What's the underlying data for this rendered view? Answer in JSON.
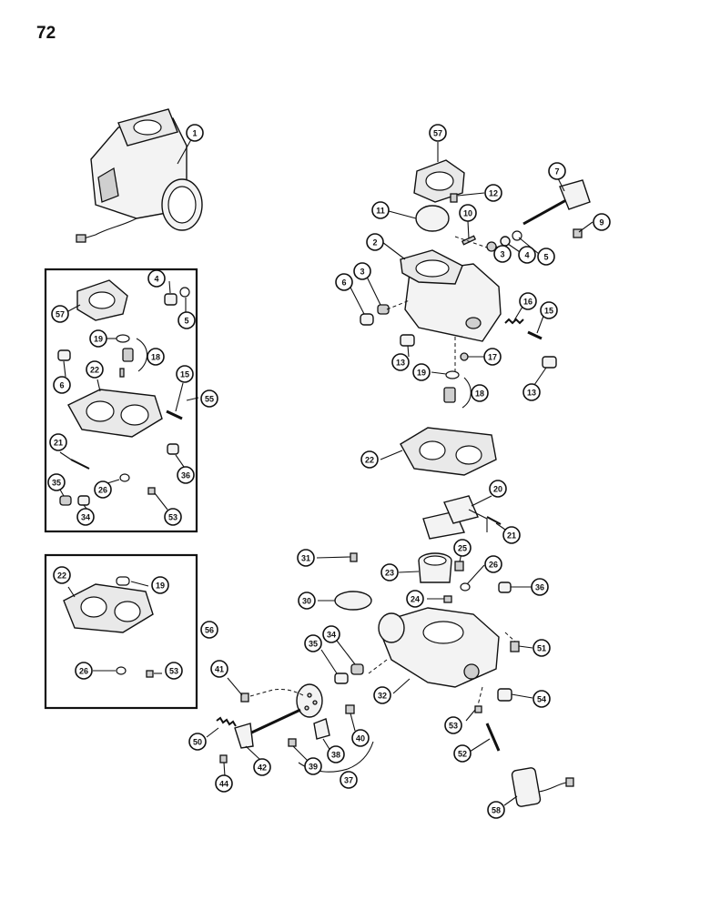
{
  "page_number": "72",
  "callouts": [
    {
      "id": "c1",
      "label": "1"
    },
    {
      "id": "c57a",
      "label": "57"
    },
    {
      "id": "c7",
      "label": "7"
    },
    {
      "id": "c12",
      "label": "12"
    },
    {
      "id": "c11",
      "label": "11"
    },
    {
      "id": "c10",
      "label": "10"
    },
    {
      "id": "c9",
      "label": "9"
    },
    {
      "id": "c2",
      "label": "2"
    },
    {
      "id": "c3a",
      "label": "3"
    },
    {
      "id": "c3b",
      "label": "3"
    },
    {
      "id": "c4a",
      "label": "4"
    },
    {
      "id": "c5a",
      "label": "5"
    },
    {
      "id": "c6a",
      "label": "6"
    },
    {
      "id": "c16",
      "label": "16"
    },
    {
      "id": "c15a",
      "label": "15"
    },
    {
      "id": "c13a",
      "label": "13"
    },
    {
      "id": "c17",
      "label": "17"
    },
    {
      "id": "c13b",
      "label": "13"
    },
    {
      "id": "c19a",
      "label": "19"
    },
    {
      "id": "c18a",
      "label": "18"
    },
    {
      "id": "c22a",
      "label": "22"
    },
    {
      "id": "c20",
      "label": "20"
    },
    {
      "id": "c21a",
      "label": "21"
    },
    {
      "id": "c25",
      "label": "25"
    },
    {
      "id": "c31",
      "label": "31"
    },
    {
      "id": "c23",
      "label": "23"
    },
    {
      "id": "c26a",
      "label": "26"
    },
    {
      "id": "c36a",
      "label": "36"
    },
    {
      "id": "c30",
      "label": "30"
    },
    {
      "id": "c24",
      "label": "24"
    },
    {
      "id": "c34a",
      "label": "34"
    },
    {
      "id": "c35a",
      "label": "35"
    },
    {
      "id": "c51",
      "label": "51"
    },
    {
      "id": "c41",
      "label": "41"
    },
    {
      "id": "c32",
      "label": "32"
    },
    {
      "id": "c54",
      "label": "54"
    },
    {
      "id": "c40",
      "label": "40"
    },
    {
      "id": "c53a",
      "label": "53"
    },
    {
      "id": "c50",
      "label": "50"
    },
    {
      "id": "c42",
      "label": "42"
    },
    {
      "id": "c39",
      "label": "39"
    },
    {
      "id": "c38",
      "label": "38"
    },
    {
      "id": "c52",
      "label": "52"
    },
    {
      "id": "c44",
      "label": "44"
    },
    {
      "id": "c37",
      "label": "37"
    },
    {
      "id": "c58",
      "label": "58"
    },
    {
      "id": "k4",
      "label": "4"
    },
    {
      "id": "k57",
      "label": "57"
    },
    {
      "id": "k5",
      "label": "5"
    },
    {
      "id": "k19",
      "label": "19"
    },
    {
      "id": "k18",
      "label": "18"
    },
    {
      "id": "k22",
      "label": "22"
    },
    {
      "id": "k6",
      "label": "6"
    },
    {
      "id": "k15",
      "label": "15"
    },
    {
      "id": "k55",
      "label": "55"
    },
    {
      "id": "k21",
      "label": "21"
    },
    {
      "id": "k36",
      "label": "36"
    },
    {
      "id": "k26",
      "label": "26"
    },
    {
      "id": "k35",
      "label": "35"
    },
    {
      "id": "k34",
      "label": "34"
    },
    {
      "id": "k53",
      "label": "53"
    },
    {
      "id": "m22",
      "label": "22"
    },
    {
      "id": "m19",
      "label": "19"
    },
    {
      "id": "m56",
      "label": "56"
    },
    {
      "id": "m26",
      "label": "26"
    },
    {
      "id": "m53",
      "label": "53"
    }
  ]
}
